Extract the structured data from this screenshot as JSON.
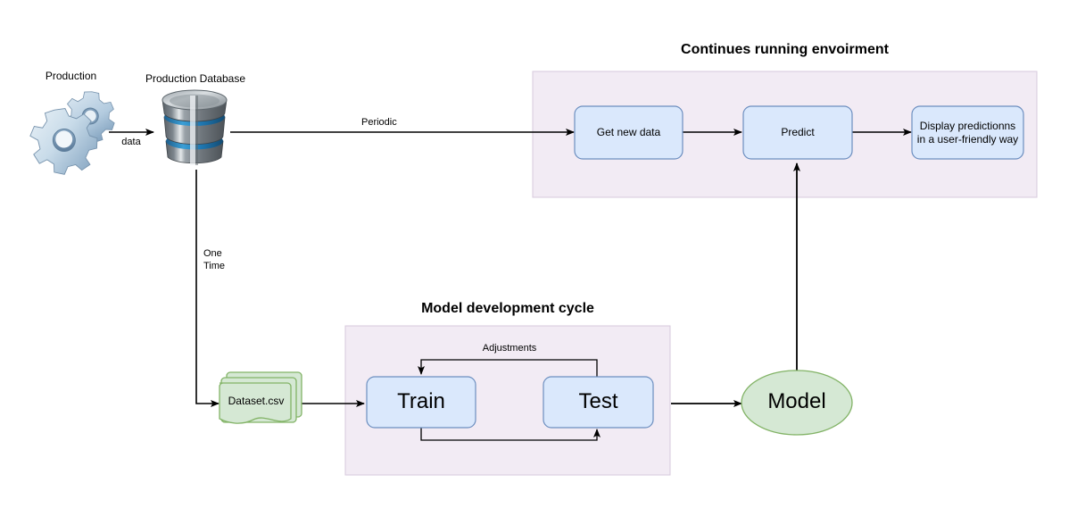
{
  "diagram": {
    "title_continuous": "Continues running envoirment",
    "title_model_cycle": "Model development cycle",
    "icons": {
      "production": {
        "caption": "Production",
        "icon_name": "gears-icon"
      },
      "production_database": {
        "caption": "Production Database",
        "icon_name": "database-cylinder-icon"
      }
    },
    "nodes": {
      "get_new_data": "Get new data",
      "predict": "Predict",
      "display_predictions": "Display predictionns\nin a user-friendly way",
      "train": "Train",
      "test": "Test",
      "model": "Model",
      "dataset": "Dataset.csv"
    },
    "edge_labels": {
      "data": "data",
      "periodic": "Periodic",
      "one_time": "One\nTime",
      "adjustments": "Adjustments"
    },
    "colors": {
      "group_fill": "#f2ebf4",
      "group_stroke": "#d7c9dd",
      "box_fill": "#dae8fc",
      "box_stroke": "#6c8ebf",
      "green_fill": "#d5e8d4",
      "green_stroke": "#82b366",
      "edge_stroke": "#000000",
      "text": "#000000"
    }
  }
}
